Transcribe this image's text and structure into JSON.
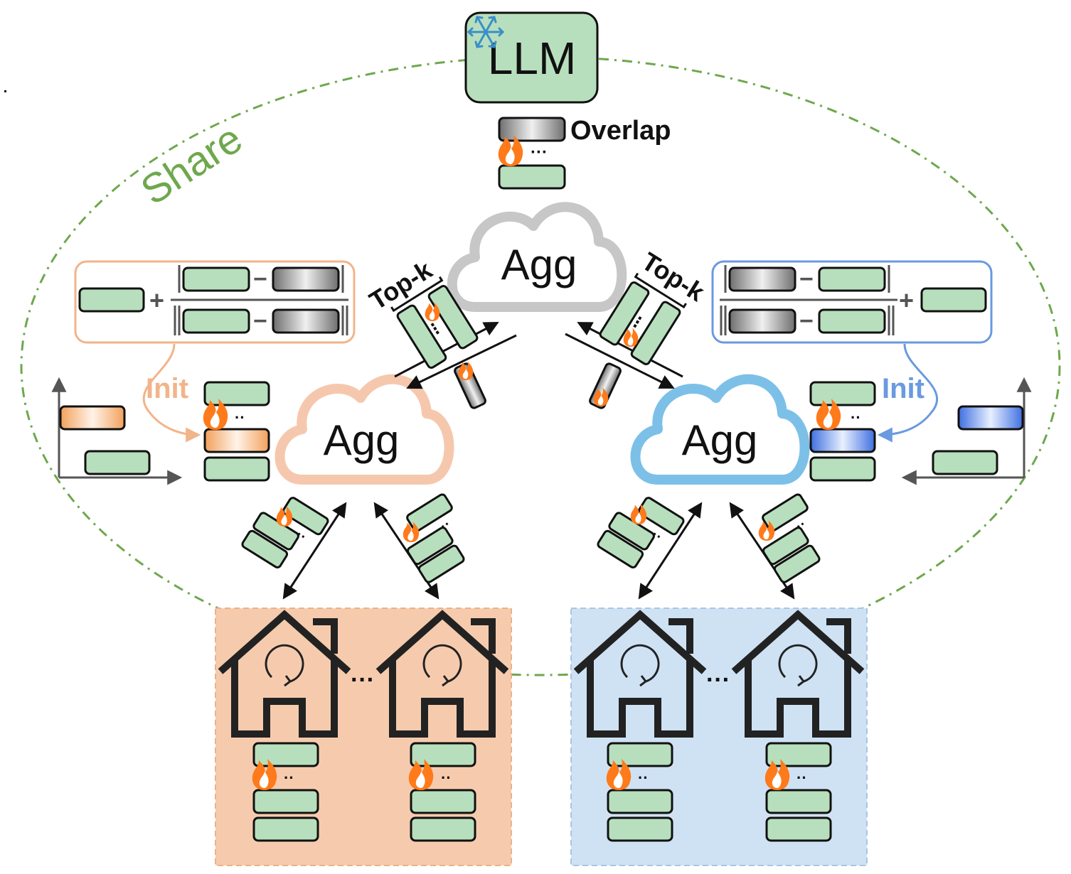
{
  "llm": {
    "label": "LLM",
    "frozen_icon": "snowflake-icon"
  },
  "overlap_label": "Overlap",
  "share_label": "Share",
  "aggregators": {
    "global": "Agg",
    "left": "Agg",
    "right": "Agg"
  },
  "topk_label": "Top-k",
  "init_label": "Init",
  "ellipsis": "···",
  "icons": {
    "trainable": "flame-icon",
    "client": "house-icon",
    "local_training": "cycle-arrow-icon"
  },
  "colors": {
    "adapter_fill": "#b8dfbd",
    "share_ring": "#6ea84d",
    "left_group": "#f6cbad",
    "right_group": "#cfe2f4",
    "left_accent": "#f2b48a",
    "right_accent": "#6a9ae0",
    "right_cloud": "#7cc0e8",
    "left_cloud": "#f5c8ad",
    "global_cloud": "#c7c7c7",
    "flame": "#ff7a1a"
  }
}
